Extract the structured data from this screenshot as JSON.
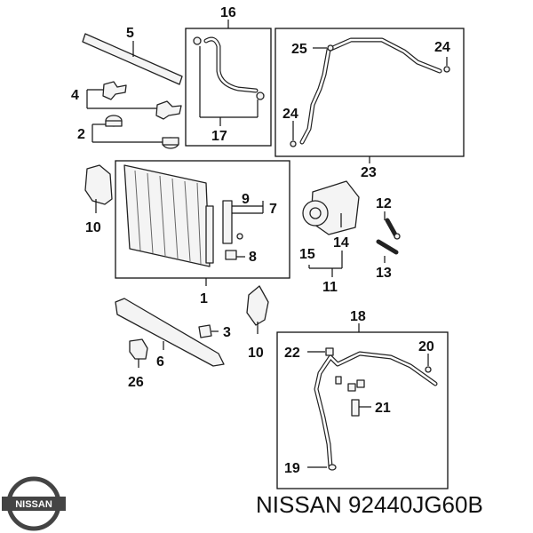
{
  "caption": "NISSAN 92440JG60B",
  "logo": {
    "text": "NISSAN",
    "icon": "nissan-logo-icon"
  },
  "callouts": {
    "c1": "1",
    "c2": "2",
    "c3": "3",
    "c4": "4",
    "c5": "5",
    "c6": "6",
    "c7": "7",
    "c8": "8",
    "c9": "9",
    "c10a": "10",
    "c10b": "10",
    "c11": "11",
    "c12": "12",
    "c13": "13",
    "c14": "14",
    "c15": "15",
    "c16": "16",
    "c17": "17",
    "c18": "18",
    "c19": "19",
    "c20": "20",
    "c21": "21",
    "c22": "22",
    "c23": "23",
    "c24a": "24",
    "c24b": "24",
    "c25": "25",
    "c26": "26"
  }
}
